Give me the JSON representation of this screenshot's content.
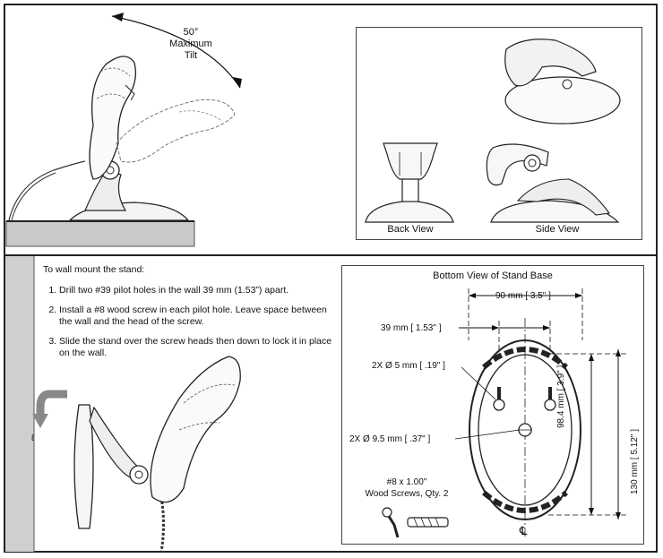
{
  "tilt_figure": {
    "label_lines": [
      "50°",
      "Maximum",
      "Tilt"
    ]
  },
  "views_panel": {
    "back_view_label": "Back View",
    "side_view_label": "Side View"
  },
  "wall_mount": {
    "intro": "To wall mount the stand:",
    "steps": [
      "Drill two #39 pilot holes in the wall 39 mm (1.53”) apart.",
      "Install a #8 wood screw in each pilot hole.  Leave space between the wall and the head of the screw.",
      "Slide the stand over the screw heads then down to lock it in place on the wall."
    ]
  },
  "bottom_view": {
    "title": "Bottom View of Stand Base",
    "dim_width": "90 mm [ 3.5\" ]",
    "dim_hole_spacing": "39 mm [ 1.53\" ]",
    "dim_small_holes": "2X Ø 5 mm [ .19\" ]",
    "dim_large_holes": "2X Ø 9.5 mm [ .37\" ]",
    "dim_inner_height": "98.4 mm [ 3.9\" ]",
    "dim_outer_height": "130 mm [ 5.12\" ]",
    "screws_line1": "#8 x 1.00\"",
    "screws_line2": "Wood Screws, Qty. 2",
    "centerline_symbol": "℄"
  }
}
